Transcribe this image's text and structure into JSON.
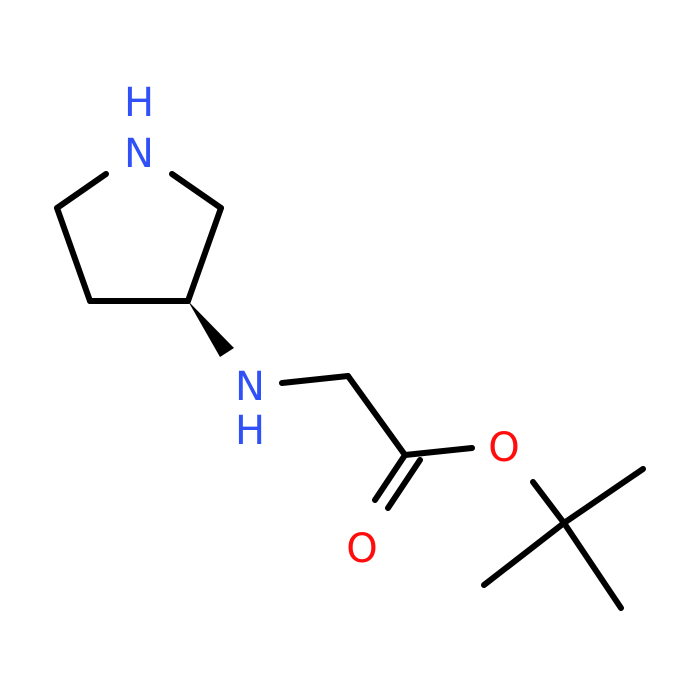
{
  "molecule": {
    "colors": {
      "bond": "#000000",
      "nitrogen": "#3050F8",
      "oxygen": "#FF0D0D"
    },
    "atoms": {
      "ring_nitrogen": {
        "symbol": "N",
        "hydrogen": "H"
      },
      "amine_nitrogen": {
        "symbol": "N",
        "hydrogen": "H"
      },
      "ester_oxygen": {
        "symbol": "O"
      },
      "carbonyl_oxygen": {
        "symbol": "O"
      }
    }
  }
}
